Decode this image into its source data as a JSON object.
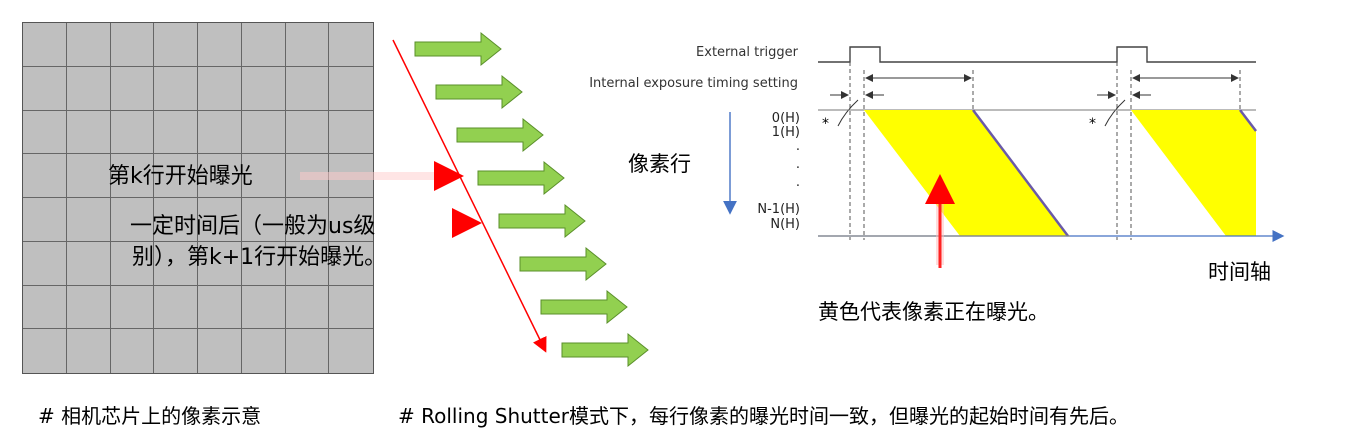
{
  "annotations": {
    "row_k_start": "第k行开始曝光",
    "row_k1_line1": "一定时间后（一般为us级",
    "row_k1_line2": "别），第k+1行开始曝光。",
    "pixel_axis": "像素行",
    "time_axis": "时间轴",
    "yellow_meaning": "黄色代表像素正在曝光。"
  },
  "timing": {
    "external_trigger": "External trigger",
    "internal_exposure": "Internal exposure timing setting",
    "star": "*",
    "rows": [
      "0(H)",
      "1(H)",
      "·",
      "·",
      "·",
      "N-1(H)",
      "N(H)"
    ]
  },
  "captions": {
    "left": "# 相机芯片上的像素示意",
    "right": "# Rolling Shutter模式下，每行像素的曝光时间一致，但曝光的起始时间有先后。"
  },
  "colors": {
    "arrow_green": "#92d050",
    "exposure_yellow": "#ffff00",
    "red_line": "#ff0000",
    "axis_blue": "#4472c4"
  }
}
